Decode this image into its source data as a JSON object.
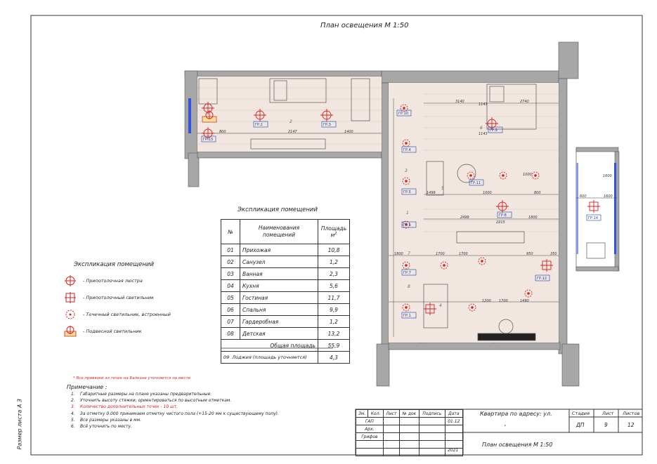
{
  "plan_title": "План освещения М  1:50",
  "side_label": "Размер листа А 3",
  "legend": {
    "title": "Экспликация помещений",
    "items": [
      {
        "label": "- Припотолочная люстра",
        "icon": "ceiling-chandelier-icon"
      },
      {
        "label": "- Припотолочный светильник",
        "icon": "ceiling-light-icon"
      },
      {
        "label": "- Точечный светильник, встроенный",
        "icon": "spot-light-icon"
      },
      {
        "label": "- Подвесной светильник",
        "icon": "pendant-light-icon"
      }
    ]
  },
  "explication": {
    "title": "Экспликация помещений",
    "col_num": "№",
    "col_name": "Наименования помещений",
    "col_area": "Площадь м",
    "col_area_sup": "2",
    "rows": [
      {
        "n": "01",
        "name": "Прихожая",
        "area": "10,8"
      },
      {
        "n": "02",
        "name": "Санузел",
        "area": "1,2"
      },
      {
        "n": "03",
        "name": "Ванная",
        "area": "2,3"
      },
      {
        "n": "04",
        "name": "Кухня",
        "area": "5,6"
      },
      {
        "n": "05",
        "name": "Гостиная",
        "area": "11,7"
      },
      {
        "n": "06",
        "name": "Спальня",
        "area": "9,9"
      },
      {
        "n": "07",
        "name": "Гардеробная",
        "area": "1,2"
      },
      {
        "n": "08",
        "name": "Детская",
        "area": "13,2"
      }
    ],
    "total_label": "Общая площадь",
    "total_value": "55,9",
    "loggia_n": "09",
    "loggia_name": "Лоджия (площадь уточняется)",
    "loggia_area": "4,3"
  },
  "balcony_note": "* Все привязки эл.точек на Балконе уточняется на месте",
  "notes": {
    "title": "Примечание :",
    "items": [
      {
        "n": "1.",
        "text": "Габаритные размеры на плане указаны предварительные."
      },
      {
        "n": "2.",
        "text": "Уточнить высоту стяжки, ориентироваться по высотным отметкам."
      },
      {
        "n": "3.",
        "text": "Количество дополнительных точек - 10 шт."
      },
      {
        "n": "4.",
        "text": "За отметку 0.000 принимаем отметку чистого пола (+15-20 мм к существующему полу)."
      },
      {
        "n": "5.",
        "text": "Все размеры указаны в мм."
      },
      {
        "n": "6.",
        "text": "Всё уточнить по месту."
      }
    ]
  },
  "stamp": {
    "headers": [
      "Зм.",
      "Кол.",
      "Лист",
      "№ док",
      "Подпись",
      "Дата"
    ],
    "rows": [
      {
        "role": "ГАП",
        "date": "01.12"
      },
      {
        "role": "Арх.",
        "date": ""
      },
      {
        "role": "Грифов",
        "date": ""
      }
    ],
    "year": "2021",
    "address": "Квартира по адресу: ул.",
    "address_sub": ",",
    "sheet_title": "План освещения М 1:50",
    "stage_label": "Стадия",
    "sheet_label": "Лист",
    "sheets_label": "Листов",
    "stage": "ДП",
    "sheet_no": "9",
    "sheets_total": "12"
  },
  "plan": {
    "group_tags": [
      "ГР.1",
      "ГР.2",
      "ГР.3",
      "ГР.4",
      "ГР.5",
      "ГР.6",
      "ГР.7",
      "ГР.8",
      "ГР.9",
      "ГР.10",
      "ГР.11",
      "ГР.12",
      "ГР.13",
      "ГР.14"
    ],
    "room_numbers": [
      "1",
      "2",
      "3",
      "4",
      "5",
      "6",
      "7",
      "8"
    ],
    "dims": [
      "800",
      "2147",
      "1400",
      "3140",
      "2740",
      "1499",
      "1000",
      "800",
      "2499",
      "1800",
      "1700",
      "1800",
      "950",
      "600",
      "1600",
      "1600",
      "1200",
      "350",
      "1700",
      "2215",
      "1143",
      "1143",
      "1000",
      "1700",
      "1490"
    ],
    "colors": {
      "wall": "#9a9a9a",
      "floor": "#f1e6e0",
      "fixture": "#d42020",
      "tag": "#1a3fb0",
      "window": "#3355dd"
    }
  }
}
